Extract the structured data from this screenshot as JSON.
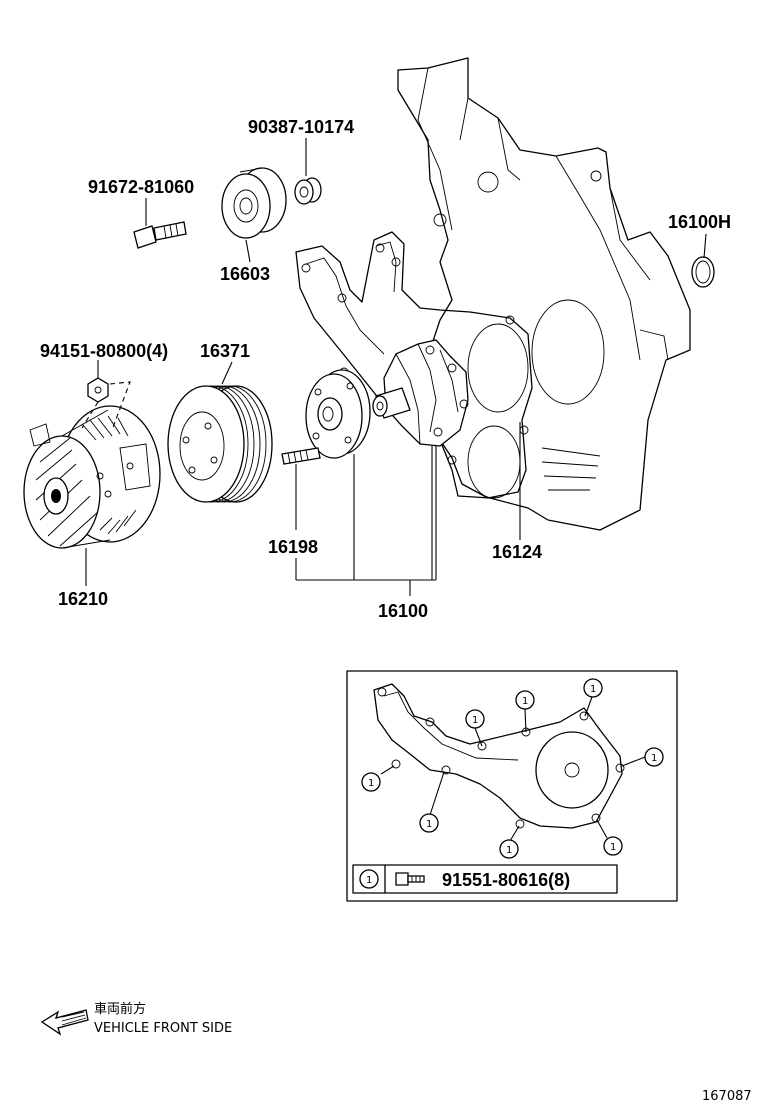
{
  "parts": {
    "p16100H": "16100H",
    "p90387": "90387-10174",
    "p91672": "91672-81060",
    "p16603": "16603",
    "p94151": "94151-80800(4)",
    "p16371": "16371",
    "p16198": "16198",
    "p16124": "16124",
    "p16210": "16210",
    "p16100": "16100"
  },
  "detail_box": {
    "callout_symbol": "1",
    "bolt_part": "91551-80616(8)"
  },
  "orientation": {
    "japanese": "車両前方",
    "english": "VEHICLE FRONT SIDE"
  },
  "figure_id": "167087"
}
